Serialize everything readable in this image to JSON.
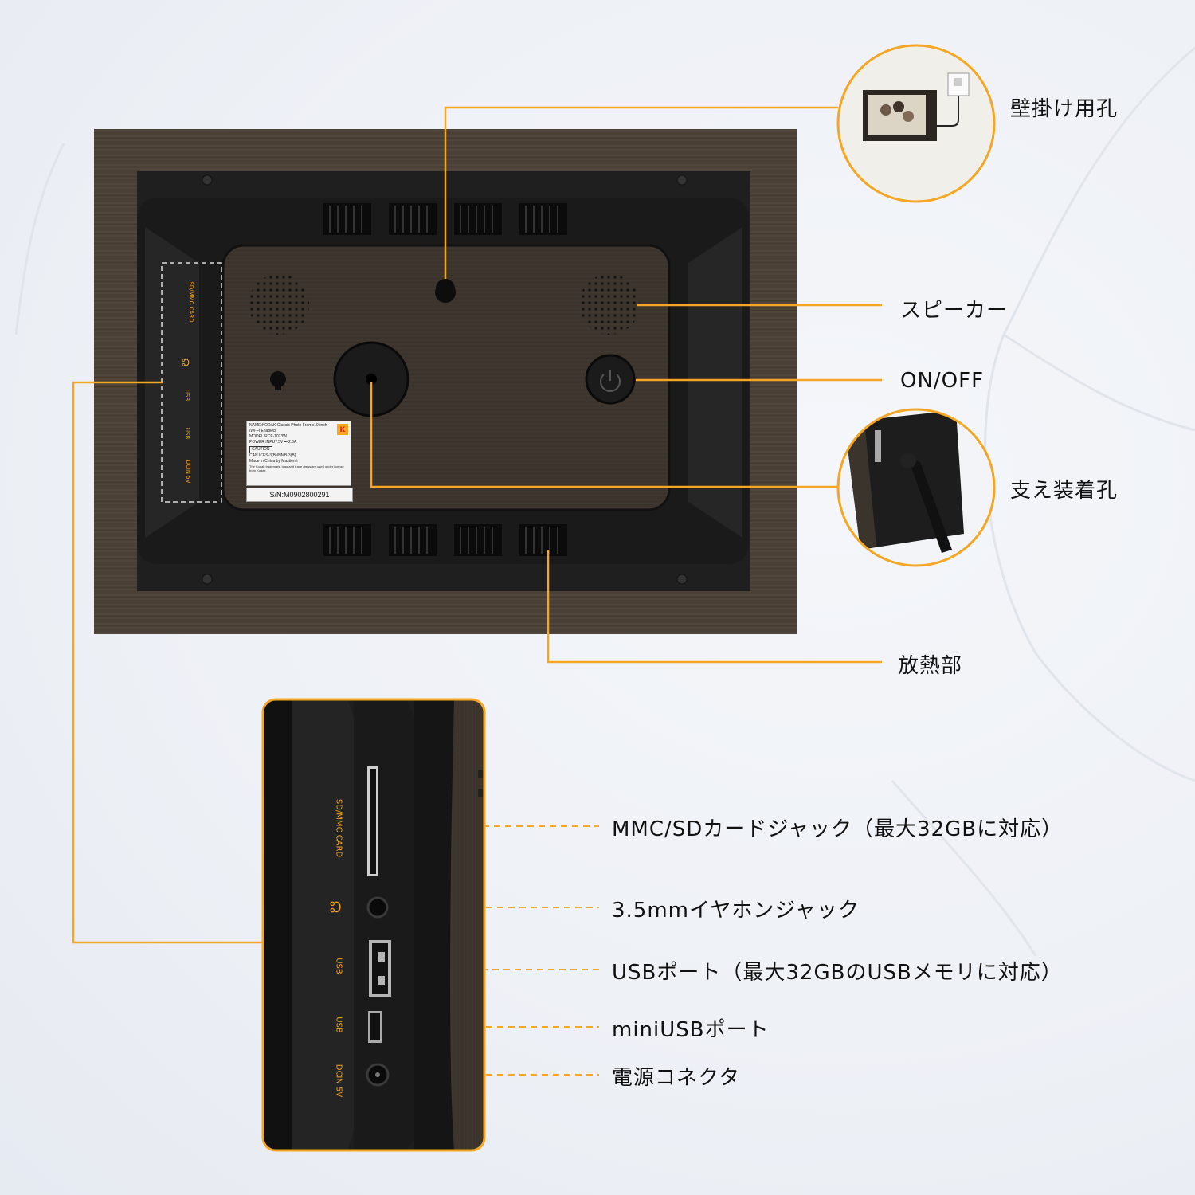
{
  "callouts": {
    "wall_hook": "壁掛け用孔",
    "speaker": "スピーカー",
    "power": "ON/OFF",
    "stand": "支え装着孔",
    "vent": "放熱部",
    "sd": "MMC/SDカードジャック（最大32GBに対応）",
    "earphone": "3.5mmイヤホンジャック",
    "usb": "USBポート（最大32GBのUSBメモリに対応）",
    "mini_usb": "miniUSBポート",
    "dc": "電源コネクタ"
  },
  "side_panel_labels": {
    "sd": "SD/MMC CARD",
    "usb1": "USB",
    "usb2": "USB",
    "dc": "DCIN 5V"
  },
  "device_label": {
    "line1": "NAME:KODAK Classic Photo Frame10-inch",
    "line2": "/Wi-Fi Enabled",
    "line3": "MODEL:RCF-1013W",
    "line4": "POWER INPUT:5V ⎓ 2.0A",
    "caution": "CAUTION",
    "compliance": "CAN ICES-3(B)/NMB-3(B)",
    "made_in": "Made in China by Mastiemt",
    "trademark": "The Kodak trademark, logo and trade dress are used under license from Kodak",
    "brand_mark": "K",
    "serial": "S/N:M0902800291"
  },
  "colors": {
    "accent": "#f5a623",
    "frame_wood": "#4a4035",
    "device_body": "#1c1c1c",
    "panel_wood": "#3b342d"
  }
}
